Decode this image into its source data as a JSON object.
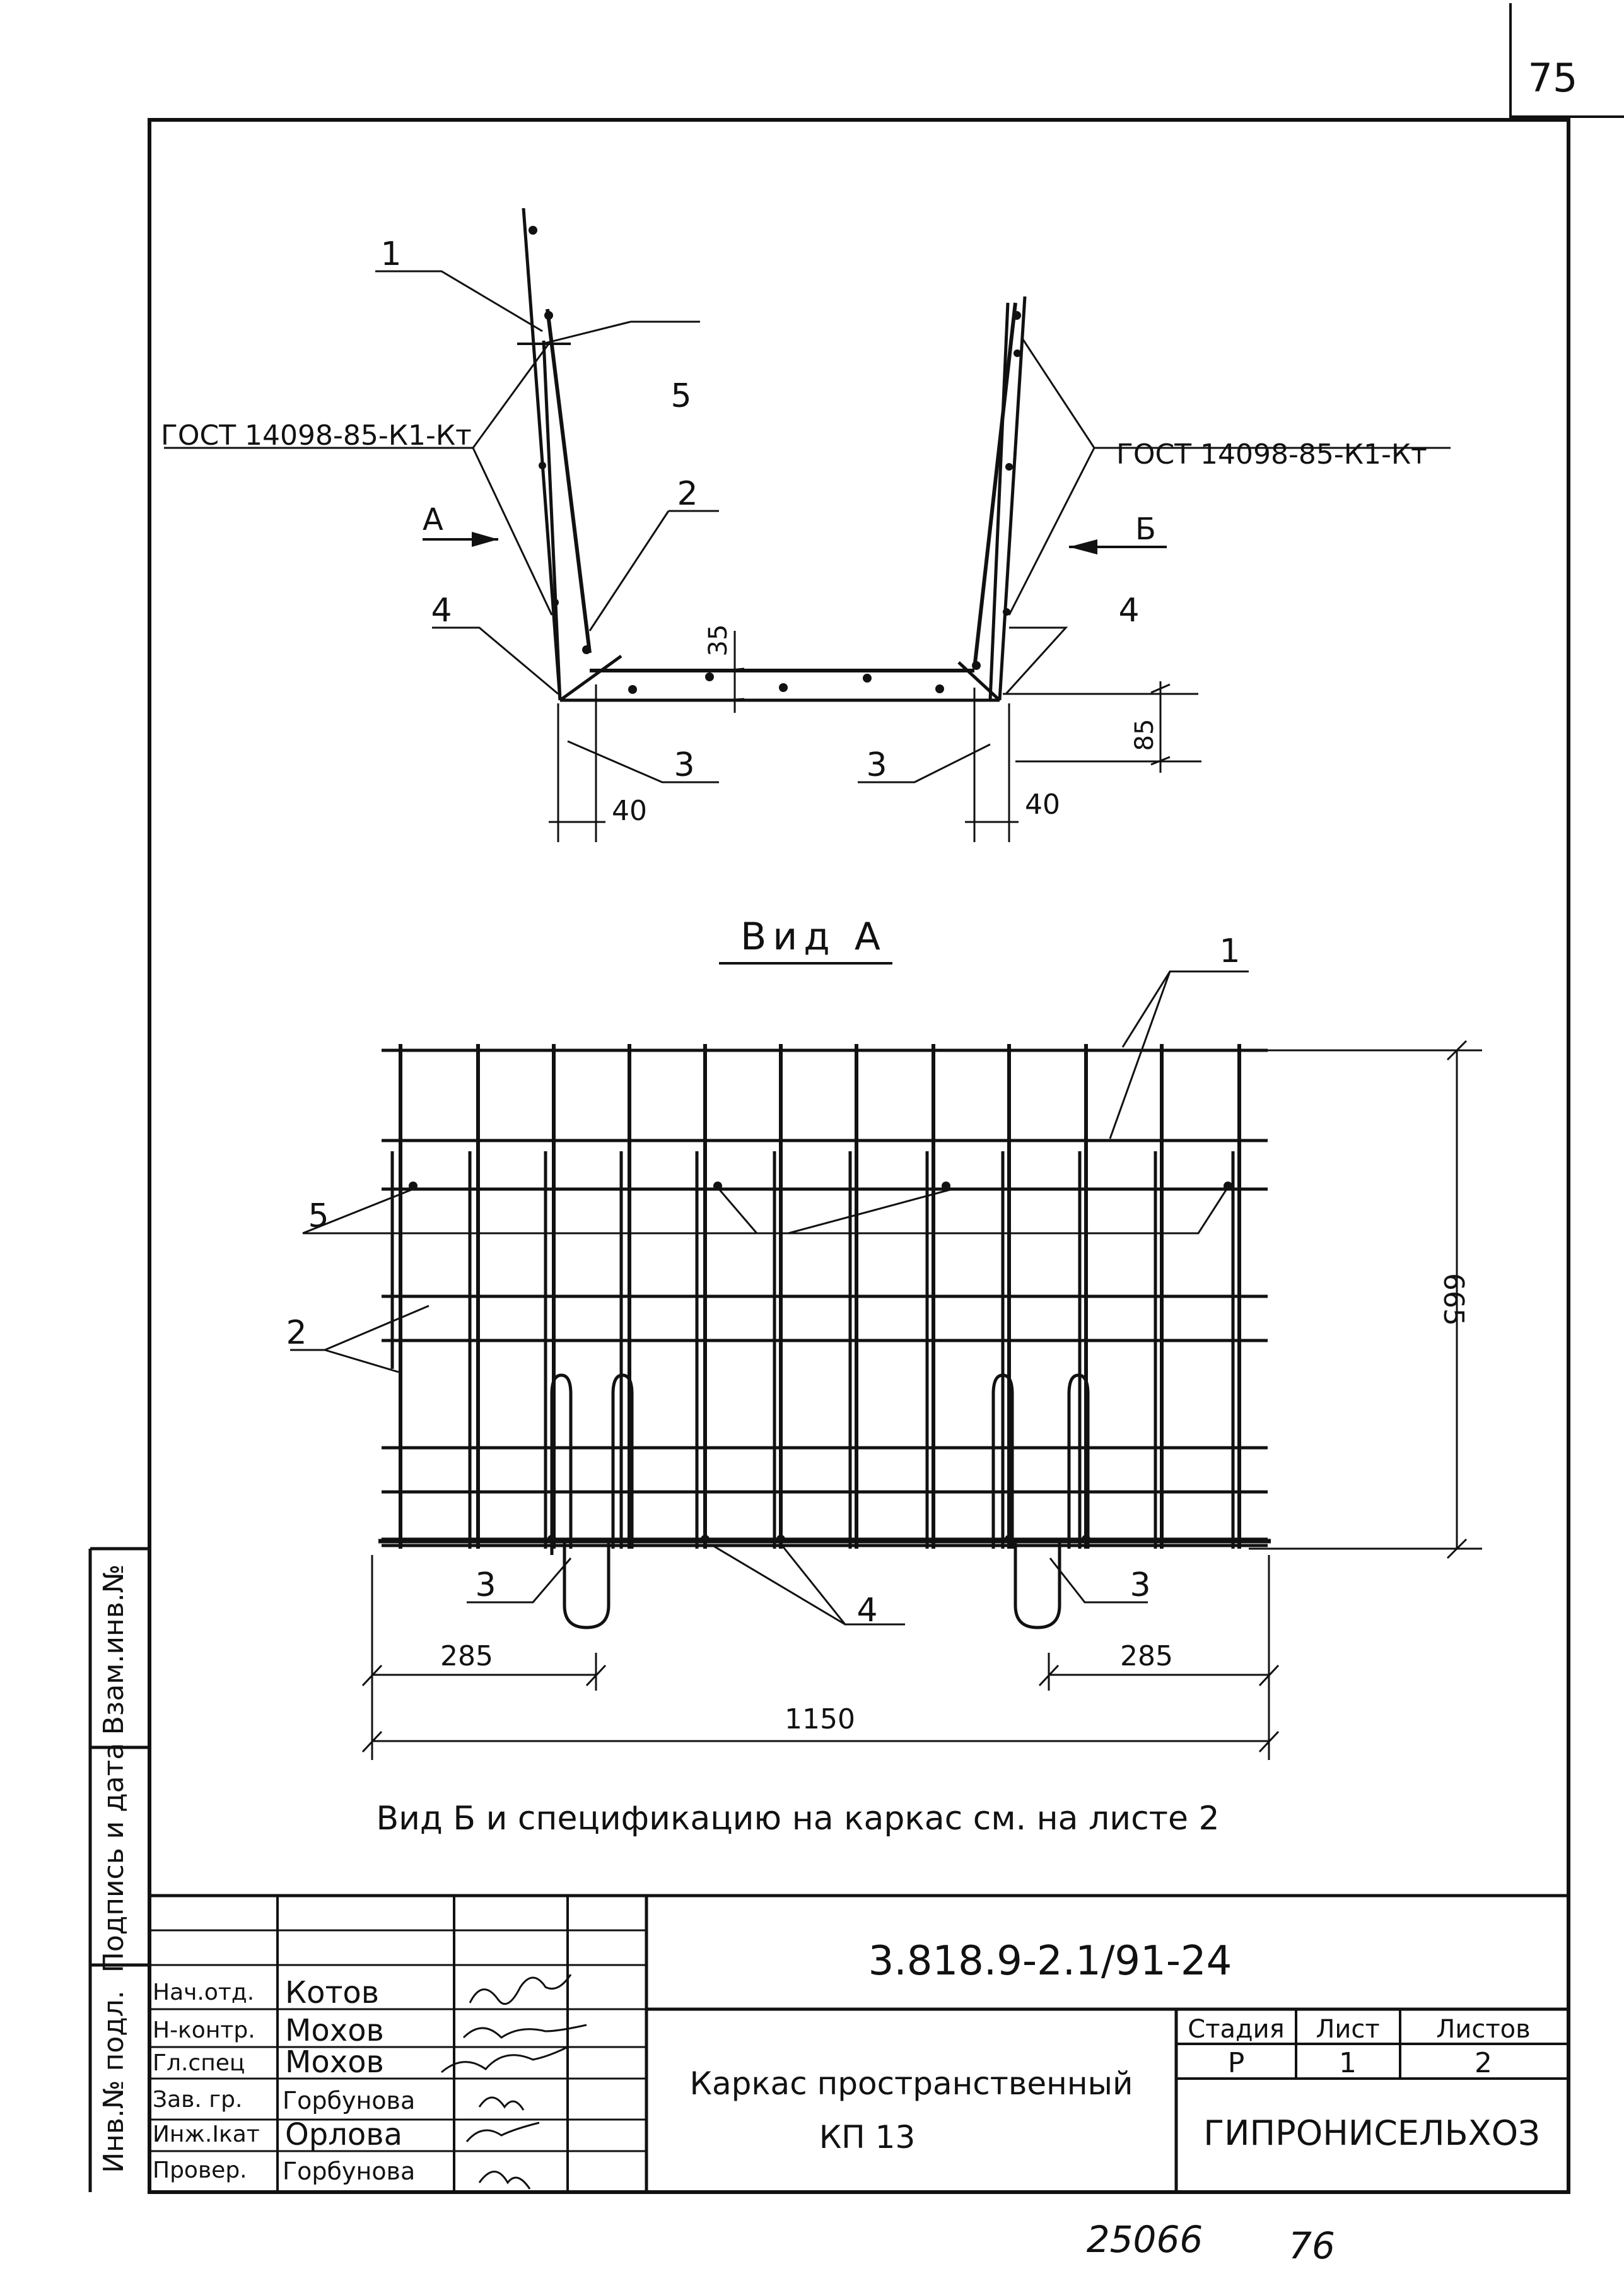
{
  "sheet_corner_number": "75",
  "section": {
    "gost_left": "ГОСТ 14098-85-К1-Кт",
    "gost_right": "ГОСТ 14098-85-К1-Кт",
    "labels": {
      "p1": "1",
      "p2": "2",
      "p3a": "3",
      "p3b": "3",
      "p4a": "4",
      "p4b": "4",
      "p5": "5"
    },
    "arrow_a": "А",
    "arrow_b": "Б",
    "dim_35": "35",
    "dim_85": "85",
    "dim_40_left": "40",
    "dim_40_right": "40"
  },
  "view_a": {
    "title": "Вид А",
    "labels": {
      "p1": "1",
      "p2": "2",
      "p3a": "3",
      "p3b": "3",
      "p4": "4",
      "p5": "5"
    },
    "dim_665": "665",
    "dim_285_left": "285",
    "dim_285_right": "285",
    "dim_1150": "1150"
  },
  "note": "Вид Б и спецификацию на каркас см. на листе 2",
  "left_strip": {
    "vzam": "Взам.инв.№",
    "podpis": "Подпись и дата",
    "inv": "Инв.№ подл."
  },
  "title_block": {
    "doc_number": "3.818.9-2.1/91-24",
    "rows": [
      {
        "role": "Нач.отд.",
        "name": "Котов"
      },
      {
        "role": "Н-контр.",
        "name": "Мохов"
      },
      {
        "role": "Гл.спец",
        "name": "Мохов"
      },
      {
        "role": "Зав. гр.",
        "name": "Горбунова"
      },
      {
        "role": "Инж.Iкат",
        "name": "Орлова"
      },
      {
        "role": "Провер.",
        "name": "Горбунова"
      }
    ],
    "item_name_line1": "Каркас пространственный",
    "item_name_line2": "КП 13",
    "stage_header": "Стадия",
    "sheet_header": "Лист",
    "sheets_header": "Листов",
    "stage": "Р",
    "sheet": "1",
    "sheets": "2",
    "organization": "ГИПРОНИСЕЛЬХОЗ"
  },
  "footer_numbers": {
    "left": "25066",
    "right": "76"
  }
}
